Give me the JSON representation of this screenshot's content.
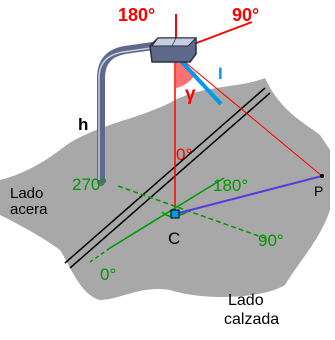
{
  "labels": {
    "angle_180_top": "180°",
    "angle_90_top": "90°",
    "intensity": "I",
    "gamma": "γ",
    "height": "h",
    "angle_0_vertical": "0°",
    "angle_180_ground": "180°",
    "angle_270": "270°",
    "angle_90_ground": "90°",
    "angle_0_ground": "0°",
    "point_p": "P",
    "point_c": "C",
    "sidewalk_line1": "Lado",
    "sidewalk_line2": "acera",
    "roadway_line1": "Lado",
    "roadway_line2": "calzada"
  },
  "colors": {
    "red": "#ff0000",
    "green": "#009900",
    "blue": "#0099ee",
    "violet": "#5a3ae0",
    "ground_gray": "#a8a8a8",
    "pole": "#5f6a8a",
    "black": "#000000"
  }
}
